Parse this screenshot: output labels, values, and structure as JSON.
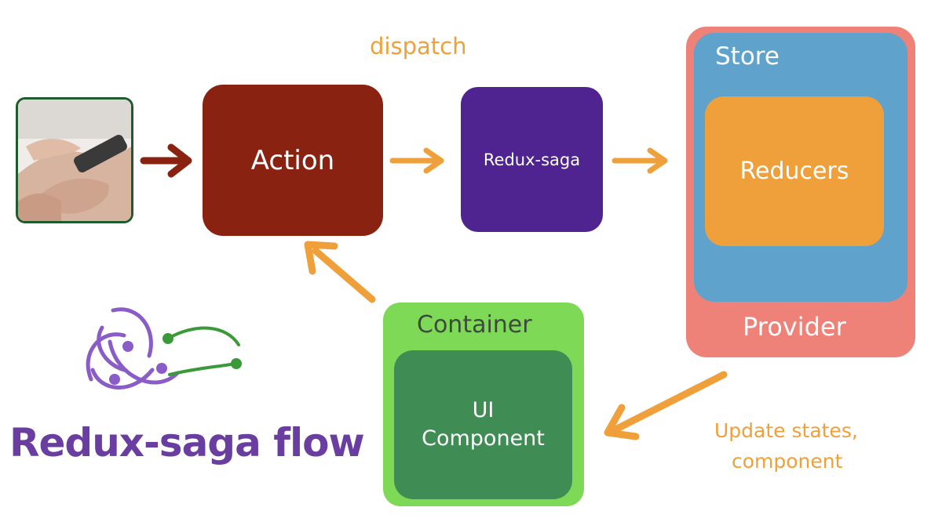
{
  "labels": {
    "dispatch": "dispatch",
    "action": "Action",
    "redux_saga": "Redux-saga",
    "store": "Store",
    "reducers": "Reducers",
    "provider": "Provider",
    "container": "Container",
    "ui_component_line1": "UI",
    "ui_component_line2": "Component",
    "update_line1": "Update states,",
    "update_line2": "component",
    "flow_title": "Redux-saga flow"
  },
  "colors": {
    "action": "#8a2211",
    "redux_saga": "#4f2490",
    "provider": "#ef8278",
    "store": "#5fa2cb",
    "reducers": "#f0a03a",
    "container": "#7ed957",
    "ui_component": "#3f8d54",
    "arrow_orange": "#f0a03a",
    "arrow_red": "#8a2211",
    "title_purple": "#6a3da0",
    "logo_purple": "#8a5cc8",
    "logo_green": "#3a9a3a"
  },
  "icons": {
    "photo": "hand-phone-photo",
    "logo": "redux-saga-logo"
  }
}
